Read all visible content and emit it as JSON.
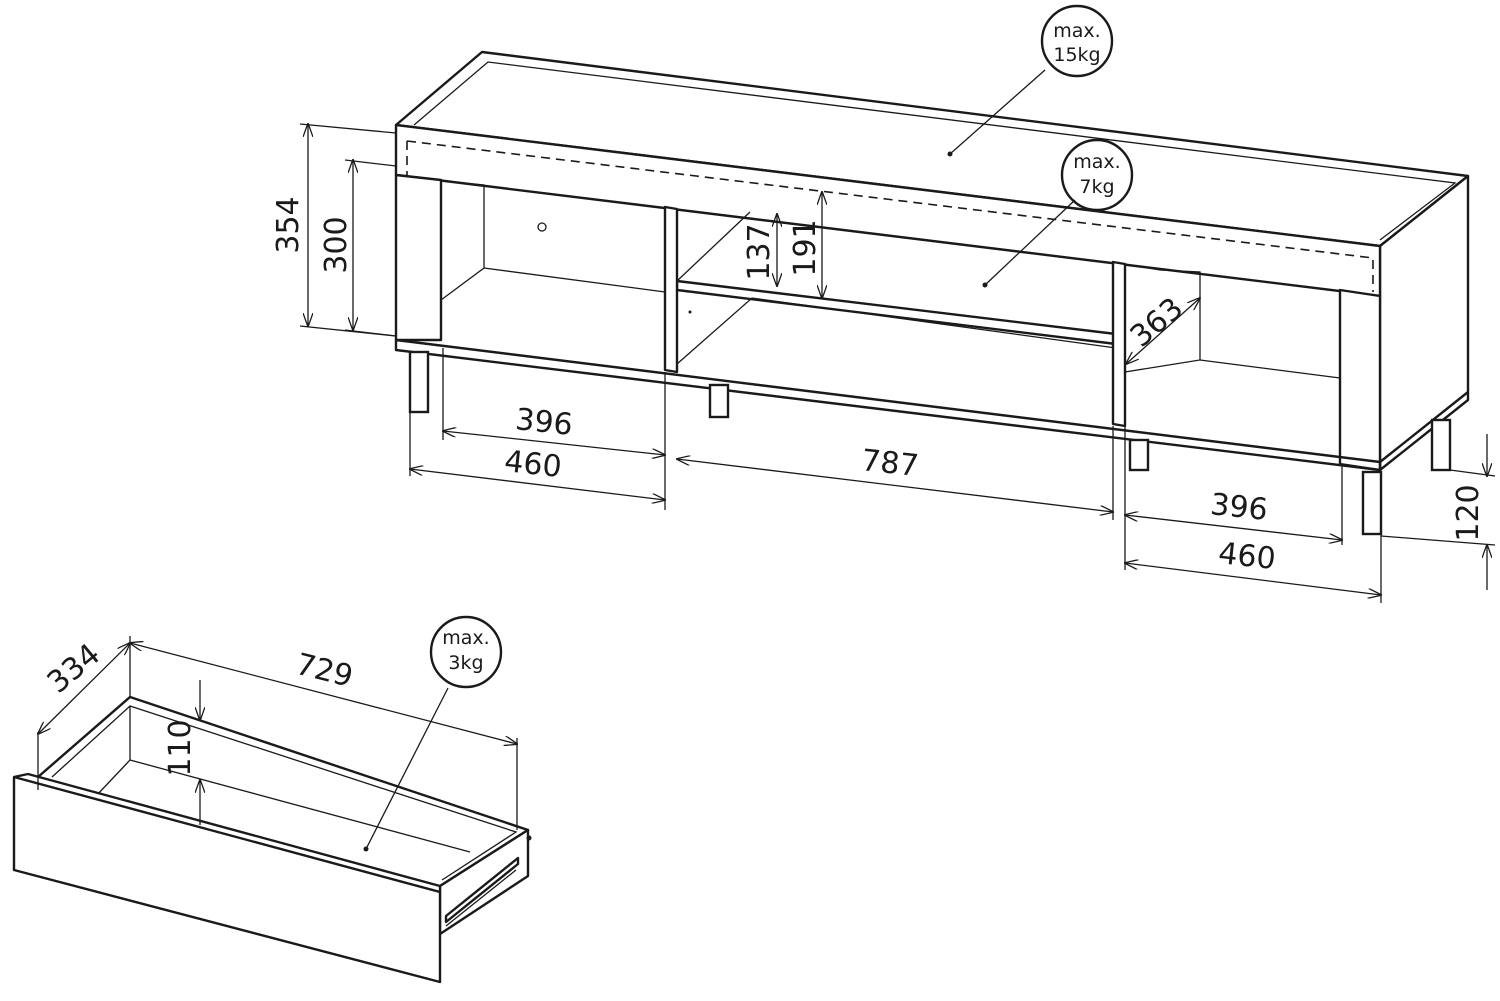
{
  "diagram": {
    "cabinet": {
      "height_total": "354",
      "height_body": "300",
      "shelf_clearance_lower": "137",
      "shelf_clearance_upper": "191",
      "depth_inner": "363",
      "left_inner_width": "396",
      "left_outer_width": "460",
      "middle_width": "787",
      "right_inner_width": "396",
      "right_outer_width": "460",
      "leg_height": "120",
      "top_load": {
        "line1": "max.",
        "line2": "15kg"
      },
      "shelf_load": {
        "line1": "max.",
        "line2": "7kg"
      }
    },
    "drawer": {
      "depth": "334",
      "width": "729",
      "height": "110",
      "load": {
        "line1": "max.",
        "line2": "3kg"
      }
    }
  }
}
